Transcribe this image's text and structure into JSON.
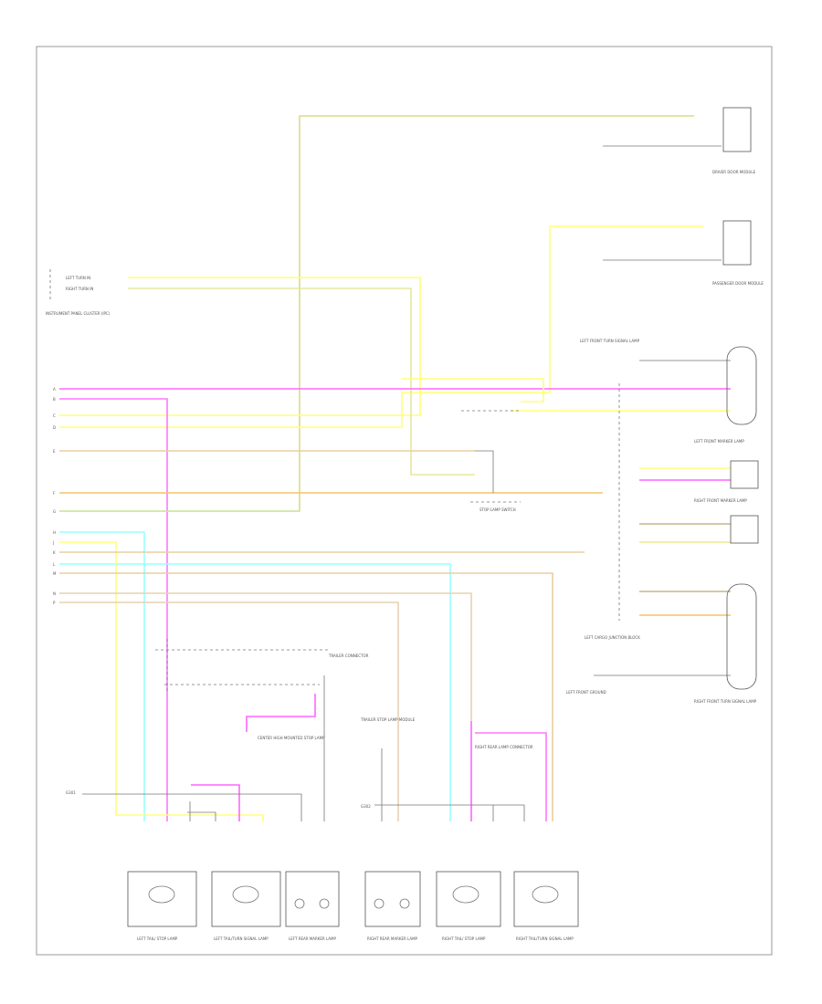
{
  "diagram": {
    "footer_code": "",
    "colors": {
      "yellow": "#ffff7a",
      "olive": "#d9dc8a",
      "magenta": "#ff66ff",
      "cyan": "#99ffff",
      "tan": "#e8cfa0",
      "orange": "#f4c46a",
      "pale_green": "#cfe6a6",
      "gray_wire": "#7a7a7a"
    },
    "components": {
      "left_tail_lamp": "LEFT TAIL/ STOP LAMP",
      "left_tail_turn": "LEFT TAIL/TURN SIGNAL LAMP",
      "left_rear_marker": "LEFT REAR MARKER LAMP",
      "right_rear_marker": "RIGHT REAR MARKER LAMP",
      "right_tail_lamp": "RIGHT TAIL/ STOP LAMP",
      "right_tail_turn": "RIGHT TAIL/TURN SIGNAL LAMP",
      "left_front_marker": "LEFT FRONT MARKER LAMP",
      "right_front_marker": "RIGHT FRONT MARKER LAMP",
      "left_front_turn": "LEFT FRONT TURN SIGNAL LAMP",
      "right_front_turn": "RIGHT FRONT TURN SIGNAL LAMP",
      "instrument_cluster": "INSTRUMENT PANEL CLUSTER (IPC)",
      "trailer_module": "TRAILER STOP LAMP MODULE",
      "stop_lamp_switch": "STOP LAMP SWITCH",
      "junction_block": "LEFT CARGO JUNCTION BLOCK",
      "driver_door": "DRIVER DOOR MODULE",
      "passenger_door": "PASSENGER DOOR MODULE",
      "center_stop": "CENTER HIGH MOUNTED STOP LAMP",
      "trailer_connector": "TRAILER CONNECTOR",
      "right_rear_connector": "RIGHT REAR LAMP CONNECTOR",
      "ground_left": "G301",
      "ground_right": "G302",
      "lf_ground": "LEFT FRONT GROUND"
    },
    "left_labels": {
      "cluster_top": "LEFT TURN IN",
      "cluster_bottom": "RIGHT TURN IN",
      "pins": [
        "A",
        "B",
        "C",
        "D",
        "E",
        "F",
        "G",
        "H",
        "J",
        "K",
        "L",
        "M",
        "N",
        "P"
      ]
    },
    "right_labels": {
      "top_module": "DRIVER DOOR MODULE",
      "mid_module": "PASSENGER DOOR MODULE"
    }
  }
}
